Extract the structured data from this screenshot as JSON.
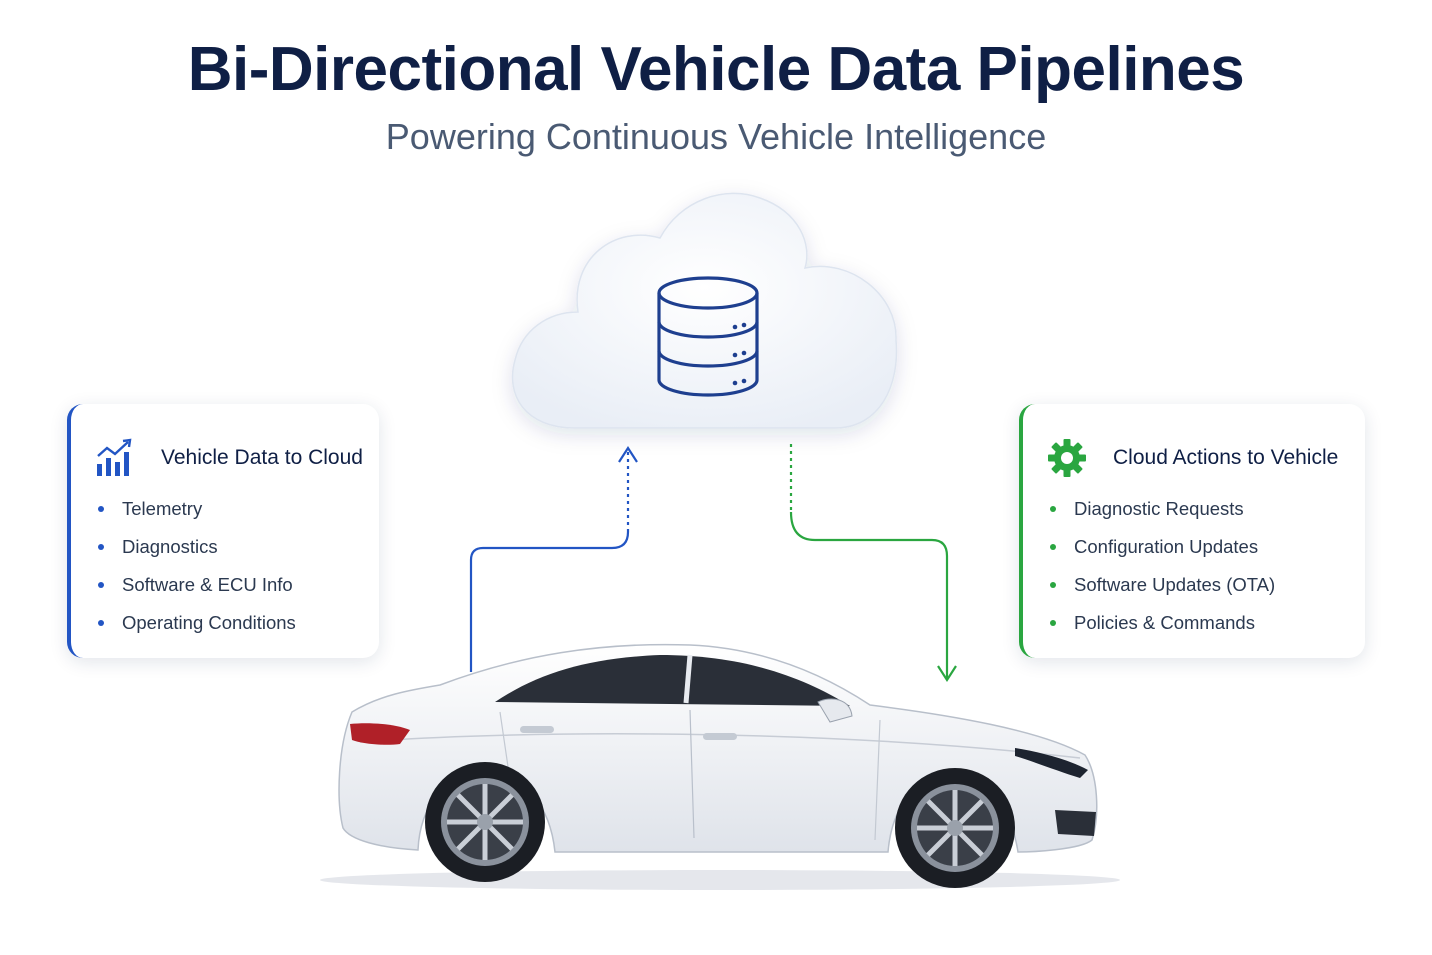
{
  "header": {
    "title": "Bi-Directional Vehicle Data Pipelines",
    "subtitle": "Powering Continuous Vehicle Intelligence"
  },
  "left_card": {
    "heading": "Vehicle Data to Cloud",
    "icon": "bar-chart-trend-icon",
    "accent": "#2255c4",
    "items": [
      "Telemetry",
      "Diagnostics",
      "Software & ECU Info",
      "Operating Conditions"
    ]
  },
  "right_card": {
    "heading": "Cloud Actions to Vehicle",
    "icon": "gear-icon",
    "accent": "#2aa640",
    "items": [
      "Diagnostic Requests",
      "Configuration Updates",
      "Software Updates (OTA)",
      "Policies & Commands"
    ]
  },
  "cloud": {
    "icon": "database-icon",
    "color": "#1e3f8f"
  },
  "flows": {
    "upstream": {
      "direction": "vehicle-to-cloud",
      "color": "#2255c4"
    },
    "downstream": {
      "direction": "cloud-to-vehicle",
      "color": "#2aa640"
    }
  },
  "vehicle": {
    "icon": "sedan-car-icon",
    "color": "#f4f6f9"
  }
}
